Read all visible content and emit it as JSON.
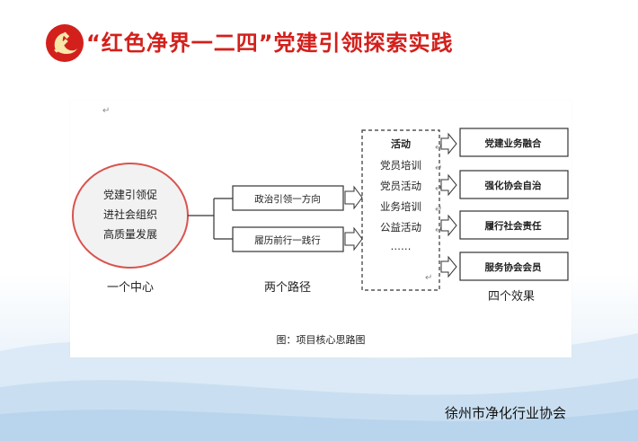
{
  "slide": {
    "title_prefix": "“红色净界一二四”",
    "title_main": "党建引领探索实践",
    "footer": "徐州市净化行业协会"
  },
  "diagram": {
    "center": {
      "lines": [
        "党建引领促",
        "进社会组织",
        "高质量发展"
      ],
      "label": "一个中心"
    },
    "paths": {
      "items": [
        "政治引领一方向",
        "履历前行一践行"
      ],
      "label": "两个路径"
    },
    "activities": {
      "items": [
        "活动",
        "党员培训",
        "党员活动",
        "业务培训",
        "公益活动",
        "……"
      ]
    },
    "effects": {
      "items": [
        "党建业务融合",
        "强化协会自治",
        "履行社会责任",
        "服务协会会员"
      ],
      "label": "四个效果"
    },
    "caption": "图：项目核心思路图"
  },
  "colors": {
    "title_red": "#d3201c",
    "circle_fill": "#f2f2f2",
    "circle_border": "#d9534f",
    "footer_text": "#111111"
  },
  "icons": {
    "logo": "hammer-sickle-icon"
  }
}
